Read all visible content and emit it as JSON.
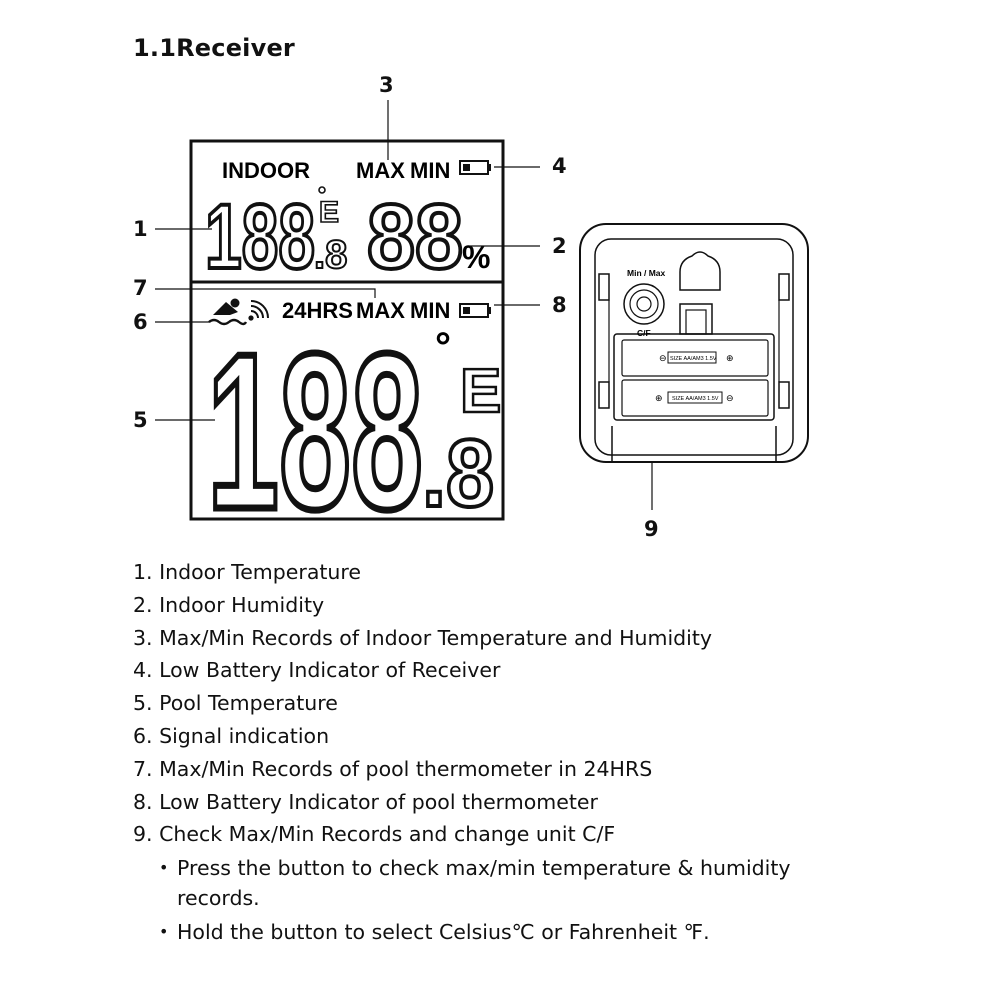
{
  "section_title": "1.1Receiver",
  "callouts": {
    "c1": "1",
    "c2": "2",
    "c3": "3",
    "c4": "4",
    "c5": "5",
    "c6": "6",
    "c7": "7",
    "c8": "8",
    "c9": "9"
  },
  "display": {
    "indoor_label": "INDOOR",
    "max_label": "MAX",
    "min_label": "MIN",
    "top_temp_digits": "188",
    "top_temp_decimal": ".8",
    "top_temp_unit": "E",
    "humidity_digits": "88",
    "humidity_unit": "%",
    "hours_label": "24HRS",
    "pool_max_label": "MAX",
    "pool_min_label": "MIN",
    "pool_temp_digits": "188",
    "pool_temp_decimal": ".8",
    "pool_temp_degree": "°",
    "pool_temp_unit": "E"
  },
  "back_panel": {
    "button_label_top": "Min / Max",
    "button_label_bottom": "C/F",
    "battery_label_1": "SIZE AA/AM3 1.5V",
    "battery_label_2": "SIZE AA/AM3 1.5V"
  },
  "legend": [
    {
      "num": "1.",
      "text": " Indoor Temperature"
    },
    {
      "num": "2.",
      "text": " Indoor Humidity"
    },
    {
      "num": "3.",
      "text": " Max/Min Records of Indoor Temperature and Humidity"
    },
    {
      "num": "4.",
      "text": " Low Battery Indicator of Receiver"
    },
    {
      "num": "5.",
      "text": " Pool Temperature"
    },
    {
      "num": "6.",
      "text": " Signal indication"
    },
    {
      "num": "7.",
      "text": " Max/Min Records of pool thermometer in 24HRS"
    },
    {
      "num": "8.",
      "text": " Low Battery Indicator of pool thermometer"
    },
    {
      "num": "9.",
      "text": " Check Max/Min Records and change unit C/F"
    }
  ],
  "bullets": [
    "Press the button to check max/min temperature & humidity records.",
    "Hold the button to select Celsius℃ or Fahrenheit ℉."
  ]
}
